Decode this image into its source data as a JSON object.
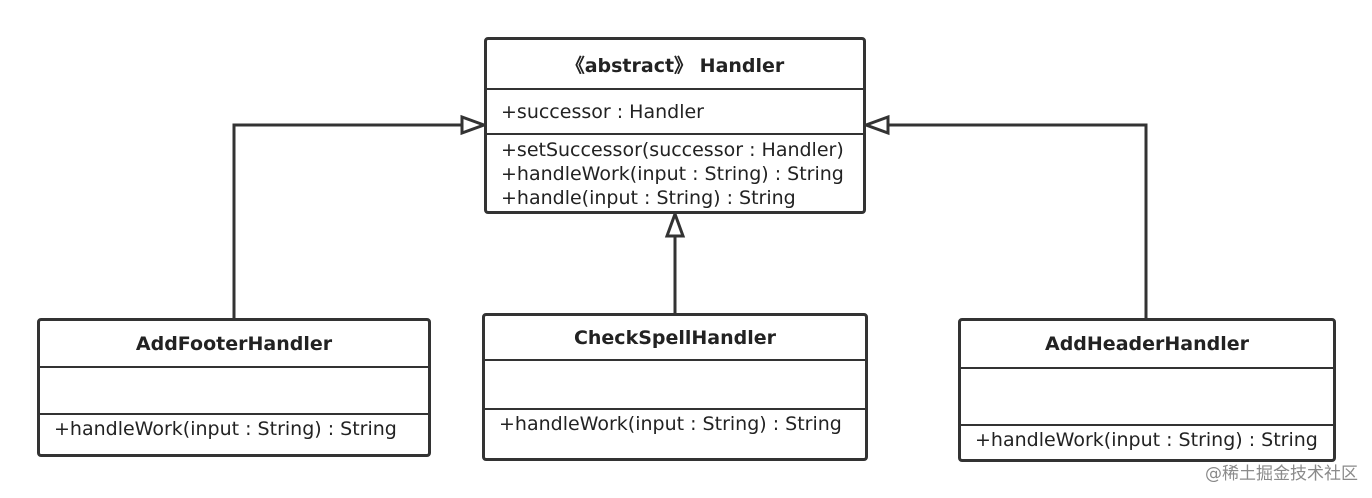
{
  "classes": {
    "handler": {
      "name": "《abstract》 Handler",
      "attributes": [
        "+successor : Handler"
      ],
      "methods": [
        "+setSuccessor(successor : Handler)",
        "+handleWork(input : String) : String",
        "+handle(input : String) : String"
      ]
    },
    "add_footer": {
      "name": "AddFooterHandler",
      "attributes": [],
      "methods": [
        "+handleWork(input : String) : String"
      ]
    },
    "check_spell": {
      "name": "CheckSpellHandler",
      "attributes": [],
      "methods": [
        "+handleWork(input : String) : String"
      ]
    },
    "add_header": {
      "name": "AddHeaderHandler",
      "attributes": [],
      "methods": [
        "+handleWork(input : String) : String"
      ]
    }
  },
  "relations": [
    {
      "from": "AddFooterHandler",
      "to": "Handler",
      "type": "generalization"
    },
    {
      "from": "CheckSpellHandler",
      "to": "Handler",
      "type": "generalization"
    },
    {
      "from": "AddHeaderHandler",
      "to": "Handler",
      "type": "generalization"
    }
  ],
  "watermark": "@稀土掘金技术社区",
  "colors": {
    "line": "#333333",
    "background": "#ffffff",
    "watermark": "#8a8a8a"
  }
}
